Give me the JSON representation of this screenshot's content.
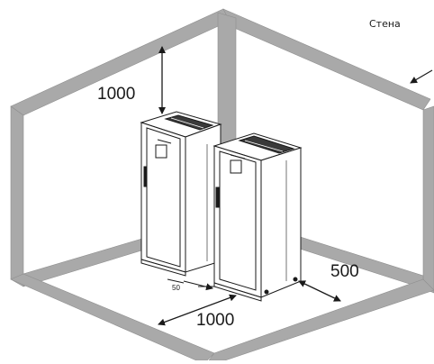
{
  "labels": {
    "wall": "Стена",
    "clearance_top": "1000",
    "clearance_side": "500",
    "clearance_front": "1000",
    "gap": "50"
  },
  "colors": {
    "wall_fill": "#a9a9a9",
    "wall_edge": "#8a8a8a",
    "line": "#1a1a1a",
    "cabinet_fill": "#ffffff"
  }
}
